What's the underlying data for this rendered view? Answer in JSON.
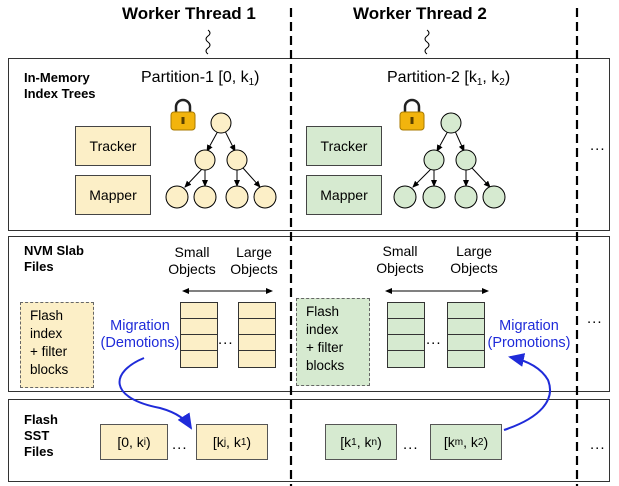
{
  "workers": {
    "thread1": "Worker Thread 1",
    "thread2": "Worker Thread 2"
  },
  "layers": {
    "memory": "In-Memory\nIndex Trees",
    "nvm": "NVM Slab\nFiles",
    "flash": "Flash\nSST\nFiles"
  },
  "partitions": [
    {
      "name": "Partition-1",
      "range_open": "[0, k",
      "range_sub": "1",
      "range_close": ")"
    },
    {
      "name": "Partition-2",
      "range_open": "[k",
      "range_sub_a": "1",
      "range_mid": ", k",
      "range_sub_b": "2",
      "range_close": ")"
    }
  ],
  "structures": {
    "tracker": "Tracker",
    "mapper": "Mapper"
  },
  "objects": {
    "small": "Small\nObjects",
    "large": "Large\nObjects"
  },
  "flash_index": "Flash\nindex\n+ filter\nblocks",
  "migration": {
    "demotions": "Migration\n(Demotions)",
    "promotions": "Migration\n(Promotions)"
  },
  "ellipsis": "...",
  "sst": [
    {
      "a": "[0, k",
      "a_sub": "i",
      "b": ")"
    },
    {
      "a": "[k",
      "a_sub": "j",
      "mid": ", k",
      "b_sub": "1",
      "b": ")"
    },
    {
      "a": "[k",
      "a_sub": "1",
      "mid": ", k",
      "b_sub": "n",
      "b": ")"
    },
    {
      "a": "[k",
      "a_sub": "m",
      "mid": ", k",
      "b_sub": "2",
      "b": ")"
    }
  ],
  "colors": {
    "partition1_fill": "#fcefc7",
    "partition2_fill": "#d6ead0",
    "migration_arrow": "#1f2bd9",
    "lock": "#f2b40d"
  },
  "icons": [
    "lock-icon",
    "squiggle-icon",
    "tree-icon"
  ]
}
